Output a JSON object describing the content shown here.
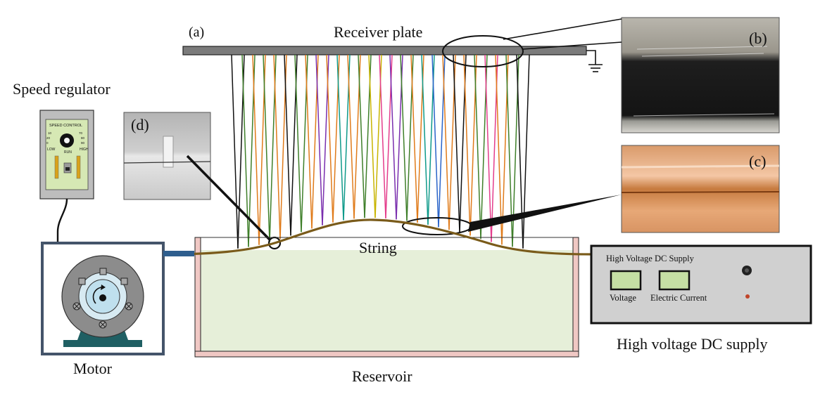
{
  "labels": {
    "panel_a": "(a)",
    "receiver_plate": "Receiver plate",
    "panel_b": "(b)",
    "panel_c": "(c)",
    "panel_d": "(d)",
    "speed_regulator": "Speed regulator",
    "motor": "Motor",
    "string": "String",
    "reservoir": "Reservoir",
    "high_voltage_dc_supply": "High voltage DC supply"
  },
  "speed_control": {
    "title": "SPEED CONTROL",
    "low": "LOW",
    "run": "RUN",
    "high": "HIGH",
    "scale_left": [
      "10",
      "20",
      "0"
    ],
    "scale_right": [
      "70",
      "80",
      "90"
    ]
  },
  "dc_supply": {
    "title": "High Voltage DC Supply",
    "voltage_label": "Voltage",
    "current_label": "Electric Current"
  },
  "colors": {
    "plate": "#7b7b7b",
    "water": "#e6efd9",
    "reservoir_wall": "#f0c8c4",
    "string": "#7a5b1a",
    "motor_frame": "#44546a",
    "motor_base": "#1f5f63",
    "connector": "#2e5e8e",
    "display_green": "#c5dfa4",
    "indicator_led": "#c0452a",
    "regulator_panel": "#d6e8b4",
    "jet_palette": [
      "#111111",
      "#3f7f2a",
      "#e07b1a",
      "#7a2fae",
      "#0f9a8a",
      "#c8b400",
      "#e43d8c",
      "#2a64c9",
      "#7b7b7b"
    ]
  }
}
